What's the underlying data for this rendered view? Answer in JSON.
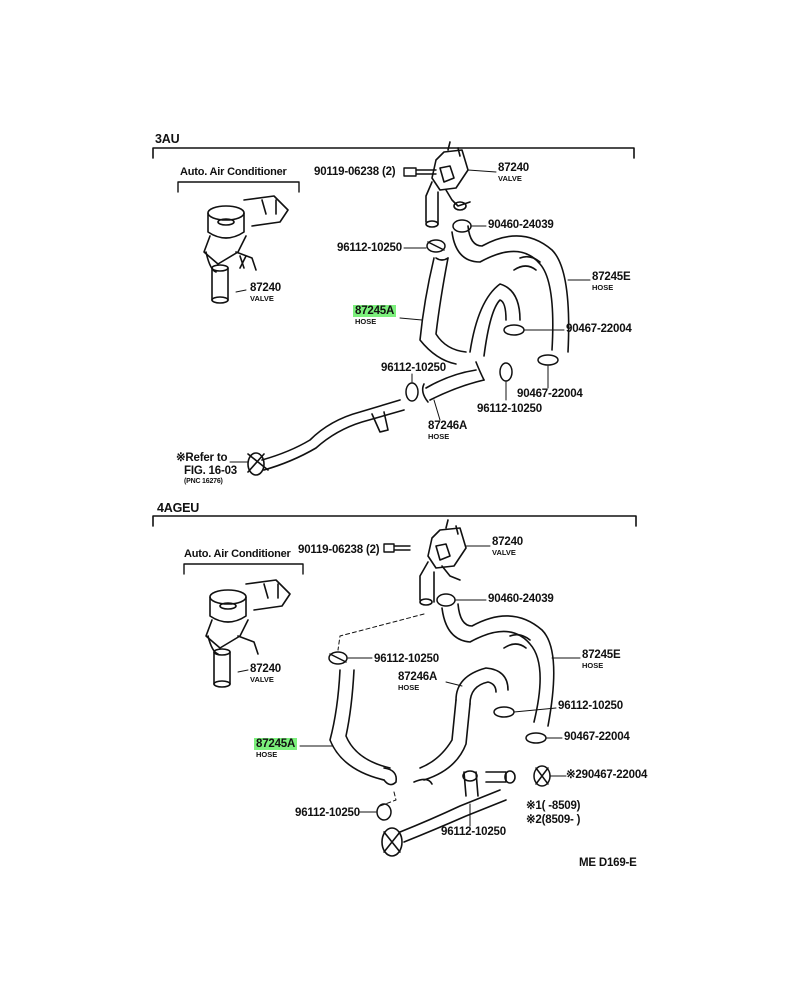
{
  "sections": [
    {
      "title": "3AU",
      "inset_title": "Auto. Air Conditioner",
      "labels": {
        "bolt": "90119-06238 (2)",
        "valve_main": "87240",
        "valve_main_sub": "VALVE",
        "valve_inset": "87240",
        "valve_inset_sub": "VALVE",
        "clamp_top": "90460-24039",
        "clamp_left": "96112-10250",
        "hose_e": "87245E",
        "hose_e_sub": "HOSE",
        "hose_a": "87245A",
        "hose_a_sub": "HOSE",
        "clamp_right_1": "90467-22004",
        "clamp_mid": "96112-10250",
        "clamp_right_2": "90467-22004",
        "clamp_bottom": "96112-10250",
        "hose_246a": "87246A",
        "hose_246a_sub": "HOSE"
      },
      "refer": {
        "line1": "※Refer to",
        "line2": "FIG. 16-03",
        "line3": "(PNC 16276)"
      }
    },
    {
      "title": "4AGEU",
      "inset_title": "Auto. Air Conditioner",
      "labels": {
        "bolt": "90119-06238 (2)",
        "valve_main": "87240",
        "valve_main_sub": "VALVE",
        "valve_inset": "87240",
        "valve_inset_sub": "VALVE",
        "clamp_top": "90460-24039",
        "clamp_left": "96112-10250",
        "hose_e": "87245E",
        "hose_e_sub": "HOSE",
        "hose_246a": "87246A",
        "hose_246a_sub": "HOSE",
        "clamp_right_1": "96112-10250",
        "clamp_right_2": "90467-22004",
        "hose_a": "87245A",
        "hose_a_sub": "HOSE",
        "clamp_star": "※290467-22004",
        "clamp_bottom_left": "96112-10250",
        "clamp_bottom_mid": "96112-10250"
      },
      "legend": {
        "row1": "※1(      -8509)",
        "row2": "※2(8509-          )"
      }
    }
  ],
  "footer_code": "ME  D169-E",
  "highlight_color": "#7cf07c"
}
